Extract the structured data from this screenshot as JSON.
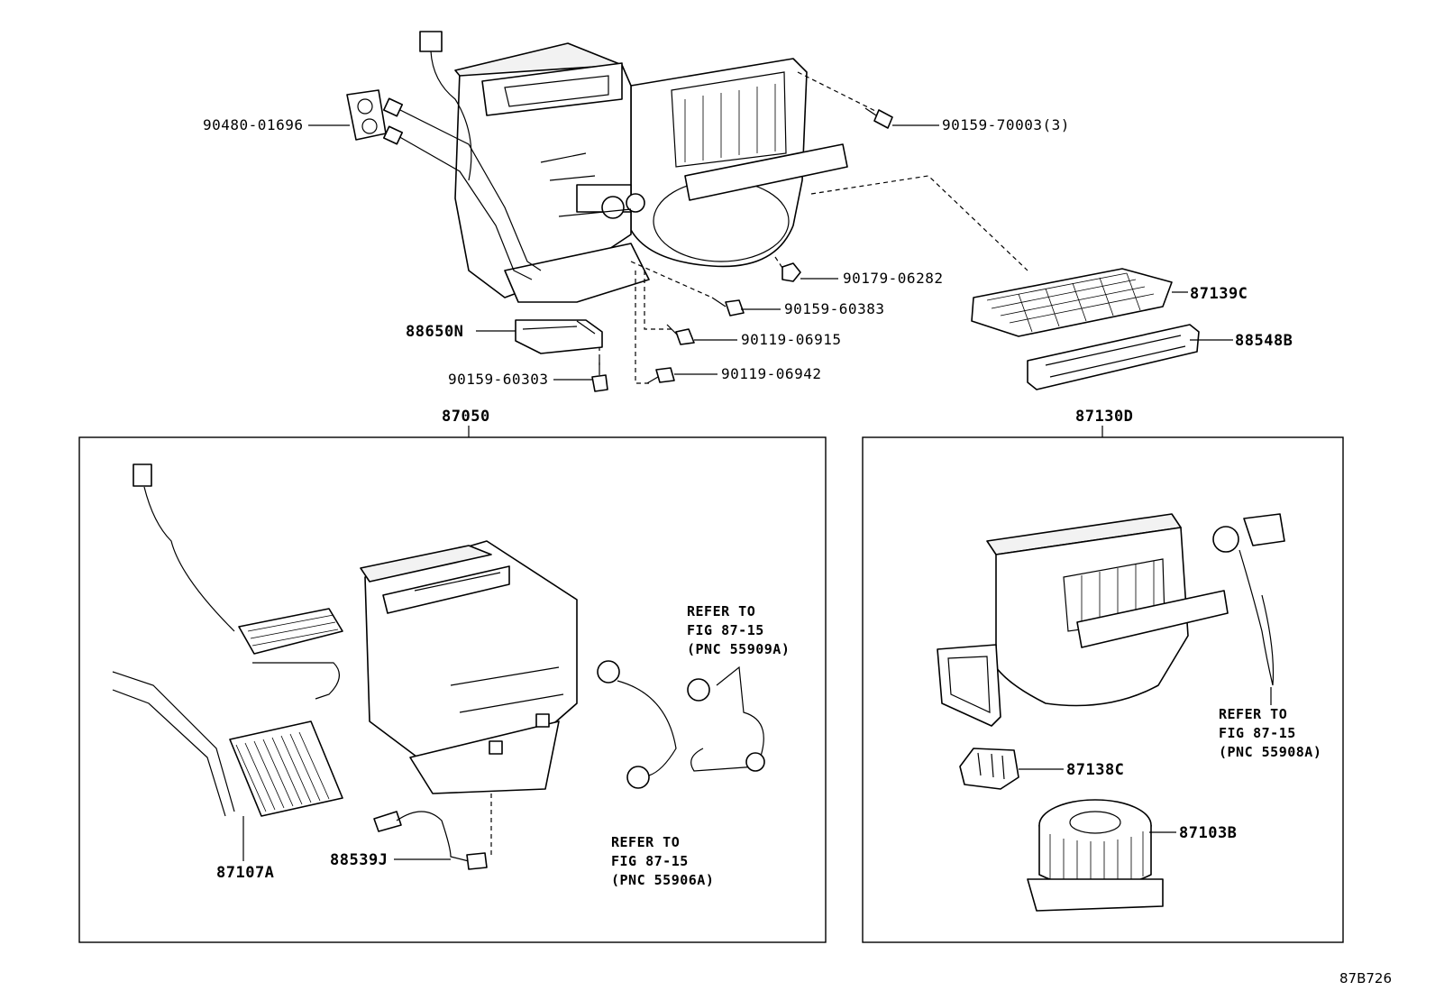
{
  "figure_id": "87B726",
  "labels": {
    "p90480_01696": "90480-01696",
    "p90159_70003": "90159-70003(3)",
    "p90179_06282": "90179-06282",
    "p87139C": "87139C",
    "p90159_60383": "90159-60383",
    "p88650N": "88650N",
    "p90119_06915": "90119-06915",
    "p88548B": "88548B",
    "p90159_60303": "90159-60303",
    "p90119_06942": "90119-06942",
    "p87050": "87050",
    "p87130D": "87130D",
    "p87107A": "87107A",
    "p88539J": "88539J",
    "p87138C": "87138C",
    "p87103B": "87103B"
  },
  "references": {
    "ref_55909A": {
      "line1": "REFER TO",
      "line2": "FIG 87-15",
      "line3": "(PNC 55909A)"
    },
    "ref_55906A": {
      "line1": "REFER TO",
      "line2": "FIG 87-15",
      "line3": "(PNC 55906A)"
    },
    "ref_55908A": {
      "line1": "REFER TO",
      "line2": "FIG 87-15",
      "line3": "(PNC 55908A)"
    }
  }
}
